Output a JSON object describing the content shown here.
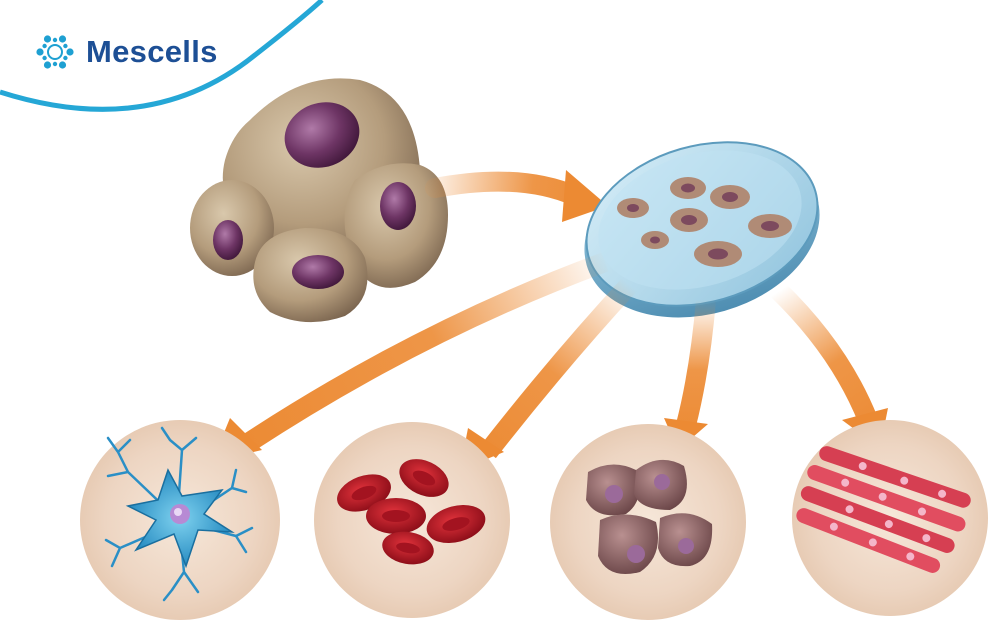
{
  "brand": {
    "name": "Mescells",
    "icon": "molecule-ring-icon",
    "name_color": "#1d4f95",
    "icon_color": "#1ea0d2",
    "swoosh_color": "#25a7d6"
  },
  "diagram": {
    "source": "stem-cell-cluster",
    "culture": "petri-dish",
    "arrow_color": "#ec8a33",
    "outcomes": [
      "nerve-cell",
      "red-blood-cells",
      "tissue-cells",
      "muscle-cells"
    ]
  }
}
